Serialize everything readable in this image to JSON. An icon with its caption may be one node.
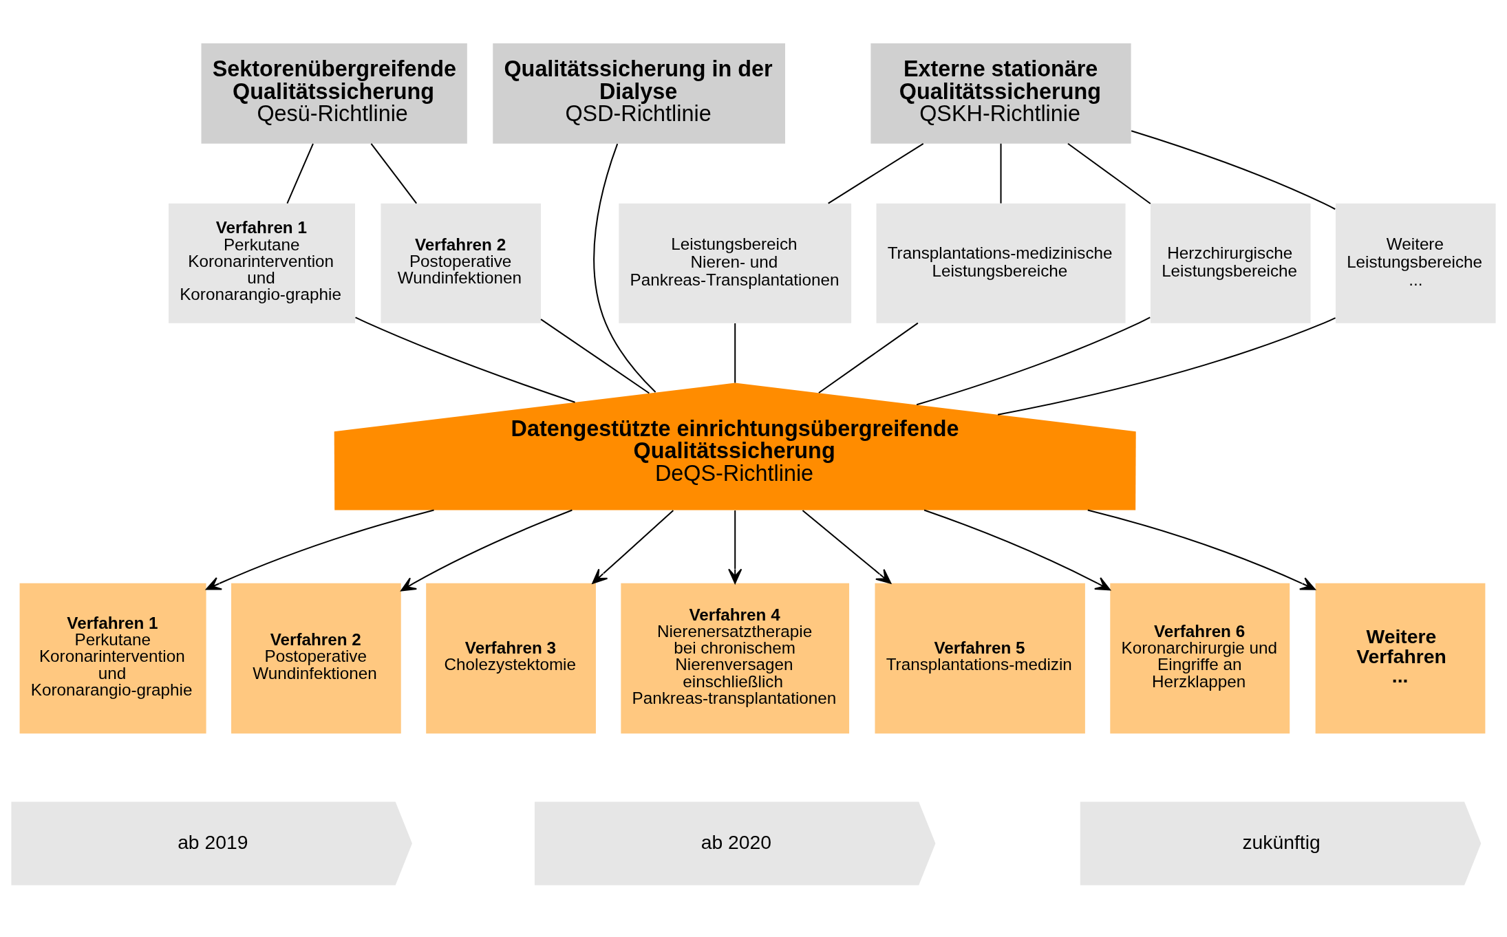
{
  "diagram": {
    "nodes": [
      {
        "text": [
          "Sektorenübergreifende Qualitätssicherung",
          "Qesü-Richtlinie"
        ]
      },
      {
        "text": [
          "Qualitätssicherung in der Dialyse",
          "QSD-Richtlinie"
        ]
      },
      {
        "text": [
          "Externe stationäre Qualitätssicherung",
          "QSKH-Richtlinie"
        ]
      },
      {
        "text": [
          "Verfahren 1",
          "Perkutane Koronarintervention und Koronarangio-graphie"
        ]
      },
      {
        "text": [
          "Verfahren 2",
          "Postoperative Wundinfektionen"
        ]
      },
      {
        "text": [
          "Leistungsbereich Nieren- und Pankreas-Transplantationen"
        ]
      },
      {
        "text": [
          "Transplantations-medizinische Leistungsbereiche"
        ]
      },
      {
        "text": [
          "Herzchirurgische Leistungsbereiche"
        ]
      },
      {
        "text": [
          "Weitere Leistungsbereiche ..."
        ]
      },
      {
        "text": [
          "Datengestützte einrichtungsübergreifende Qualitätssicherung",
          "DeQS-Richtlinie"
        ]
      },
      {
        "text": [
          "Verfahren 1",
          "Perkutane Koronarintervention und Koronarangio-graphie"
        ]
      },
      {
        "text": [
          "Verfahren 2",
          "Postoperative Wundinfektionen"
        ]
      },
      {
        "text": [
          "Verfahren 3",
          "Cholezystektomie"
        ]
      },
      {
        "text": [
          "Verfahren 4",
          "Nierenersatztherapie bei chronischem Nierenversagen einschließlich Pankreas-transplantationen"
        ]
      },
      {
        "text": [
          "Verfahren 5",
          "Transplantations-medizin"
        ]
      },
      {
        "text": [
          "Verfahren 6",
          "Koronarchirurgie und Eingriffe an Herzklappen"
        ]
      },
      {
        "text": [
          "Weitere Verfahren ..."
        ]
      },
      {
        "text": [
          "ab 2019"
        ]
      },
      {
        "text": [
          "ab 2020"
        ]
      },
      {
        "text": [
          "zukünftig"
        ]
      }
    ],
    "edges": [
      {
        "from": 0,
        "to": 3,
        "arrow": "none"
      },
      {
        "from": 0,
        "to": 4,
        "arrow": "none"
      },
      {
        "from": 2,
        "to": 5,
        "arrow": "none"
      },
      {
        "from": 2,
        "to": 6,
        "arrow": "none"
      },
      {
        "from": 2,
        "to": 7,
        "arrow": "none"
      },
      {
        "from": 2,
        "to": 8,
        "arrow": "none"
      },
      {
        "from": 3,
        "to": 9,
        "arrow": "none"
      },
      {
        "from": 4,
        "to": 9,
        "arrow": "none"
      },
      {
        "from": 1,
        "to": 9,
        "arrow": "none"
      },
      {
        "from": 5,
        "to": 9,
        "arrow": "none"
      },
      {
        "from": 6,
        "to": 9,
        "arrow": "none"
      },
      {
        "from": 7,
        "to": 9,
        "arrow": "none"
      },
      {
        "from": 8,
        "to": 9,
        "arrow": "none"
      },
      {
        "from": 9,
        "to": 10,
        "arrow": "to"
      },
      {
        "from": 9,
        "to": 11,
        "arrow": "to"
      },
      {
        "from": 9,
        "to": 12,
        "arrow": "to"
      },
      {
        "from": 9,
        "to": 13,
        "arrow": "to"
      },
      {
        "from": 9,
        "to": 14,
        "arrow": "to"
      },
      {
        "from": 9,
        "to": 15,
        "arrow": "to"
      },
      {
        "from": 9,
        "to": 16,
        "arrow": "to"
      }
    ]
  }
}
